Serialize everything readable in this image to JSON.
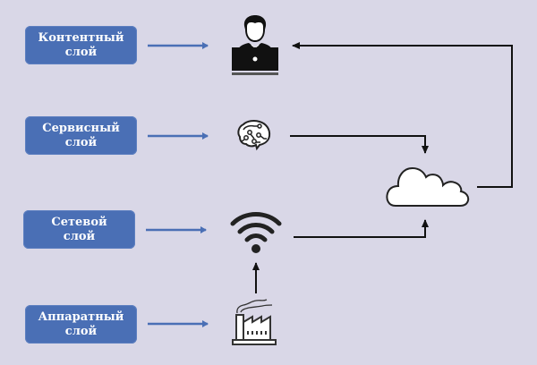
{
  "layers": [
    {
      "line1": "Контентный",
      "line2": "слой",
      "icon": "user-laptop-icon"
    },
    {
      "line1": "Сервисный",
      "line2": "слой",
      "icon": "brain-circuit-icon"
    },
    {
      "line1": "Сетевой",
      "line2": "слой",
      "icon": "wifi-icon"
    },
    {
      "line1": "Аппаратный",
      "line2": "слой",
      "icon": "factory-icon"
    }
  ],
  "cloud": {
    "icon": "cloud-icon"
  },
  "colors": {
    "background": "#d9d7e7",
    "box": "#4a6fb5",
    "arrow_blue": "#4a6fb5",
    "arrow_black": "#111111"
  }
}
